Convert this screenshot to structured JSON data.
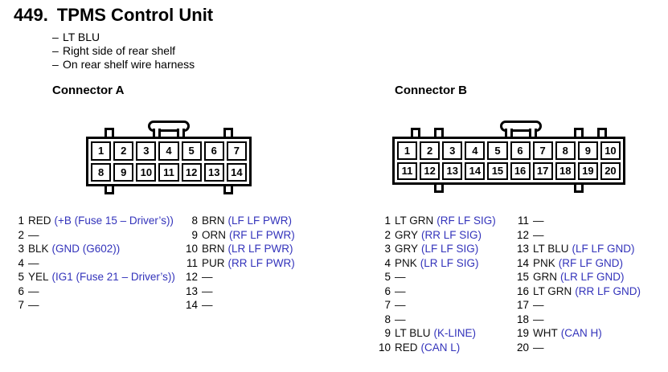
{
  "page": {
    "title_number": "449.",
    "title_text": "TPMS Control Unit",
    "note_dash": "–",
    "notes": [
      "LT BLU",
      "Right side of rear shelf",
      "On rear shelf wire harness"
    ]
  },
  "colors": {
    "ink": "#000000",
    "signal_blue": "#3333bb",
    "paper": "#ffffff"
  },
  "connectors": [
    {
      "id": "A",
      "label": "Connector A",
      "pin_rows": [
        [
          "1",
          "2",
          "3",
          "4",
          "5",
          "6",
          "7"
        ],
        [
          "8",
          "9",
          "10",
          "11",
          "12",
          "13",
          "14"
        ]
      ],
      "diagram": {
        "top_tabs_pct": [
          14.3,
          85.7
        ],
        "bottom_tabs_pct": [
          14.3,
          85.7
        ],
        "latch_center_pct": 50
      },
      "list_split": 7,
      "pins": [
        {
          "n": "1",
          "wire": "RED",
          "signal": "(+B (Fuse 15 – Driver’s))"
        },
        {
          "n": "2",
          "wire": "—",
          "signal": ""
        },
        {
          "n": "3",
          "wire": "BLK",
          "signal": "(GND (G602))"
        },
        {
          "n": "4",
          "wire": "—",
          "signal": ""
        },
        {
          "n": "5",
          "wire": "YEL",
          "signal": "(IG1 (Fuse 21 – Driver’s))"
        },
        {
          "n": "6",
          "wire": "—",
          "signal": ""
        },
        {
          "n": "7",
          "wire": "—",
          "signal": ""
        },
        {
          "n": "8",
          "wire": "BRN",
          "signal": "(LF LF PWR)"
        },
        {
          "n": "9",
          "wire": "ORN",
          "signal": "(RF LF PWR)"
        },
        {
          "n": "10",
          "wire": "BRN",
          "signal": "(LR LF PWR)"
        },
        {
          "n": "11",
          "wire": "PUR",
          "signal": "(RR LF PWR)"
        },
        {
          "n": "12",
          "wire": "—",
          "signal": ""
        },
        {
          "n": "13",
          "wire": "—",
          "signal": ""
        },
        {
          "n": "14",
          "wire": "—",
          "signal": ""
        }
      ]
    },
    {
      "id": "B",
      "label": "Connector B",
      "pin_rows": [
        [
          "1",
          "2",
          "3",
          "4",
          "5",
          "6",
          "7",
          "8",
          "9",
          "10"
        ],
        [
          "11",
          "12",
          "13",
          "14",
          "15",
          "16",
          "17",
          "18",
          "19",
          "20"
        ]
      ],
      "diagram": {
        "top_tabs_pct": [
          10,
          20,
          80,
          90
        ],
        "bottom_tabs_pct": [
          20,
          80
        ],
        "latch_center_pct": 55
      },
      "list_split": 10,
      "pins": [
        {
          "n": "1",
          "wire": "LT GRN",
          "signal": "(RF LF SIG)"
        },
        {
          "n": "2",
          "wire": "GRY",
          "signal": "(RR LF SIG)"
        },
        {
          "n": "3",
          "wire": "GRY",
          "signal": "(LF LF SIG)"
        },
        {
          "n": "4",
          "wire": "PNK",
          "signal": "(LR LF SIG)"
        },
        {
          "n": "5",
          "wire": "—",
          "signal": ""
        },
        {
          "n": "6",
          "wire": "—",
          "signal": ""
        },
        {
          "n": "7",
          "wire": "—",
          "signal": ""
        },
        {
          "n": "8",
          "wire": "—",
          "signal": ""
        },
        {
          "n": "9",
          "wire": "LT BLU",
          "signal": "(K-LINE)"
        },
        {
          "n": "10",
          "wire": "RED",
          "signal": "(CAN L)"
        },
        {
          "n": "11",
          "wire": "—",
          "signal": ""
        },
        {
          "n": "12",
          "wire": "—",
          "signal": ""
        },
        {
          "n": "13",
          "wire": "LT BLU",
          "signal": "(LF LF GND)"
        },
        {
          "n": "14",
          "wire": "PNK",
          "signal": "(RF LF GND)"
        },
        {
          "n": "15",
          "wire": "GRN",
          "signal": "(LR LF GND)"
        },
        {
          "n": "16",
          "wire": "LT GRN",
          "signal": "(RR LF GND)"
        },
        {
          "n": "17",
          "wire": "—",
          "signal": ""
        },
        {
          "n": "18",
          "wire": "—",
          "signal": ""
        },
        {
          "n": "19",
          "wire": "WHT",
          "signal": "(CAN H)"
        },
        {
          "n": "20",
          "wire": "—",
          "signal": ""
        }
      ]
    }
  ]
}
